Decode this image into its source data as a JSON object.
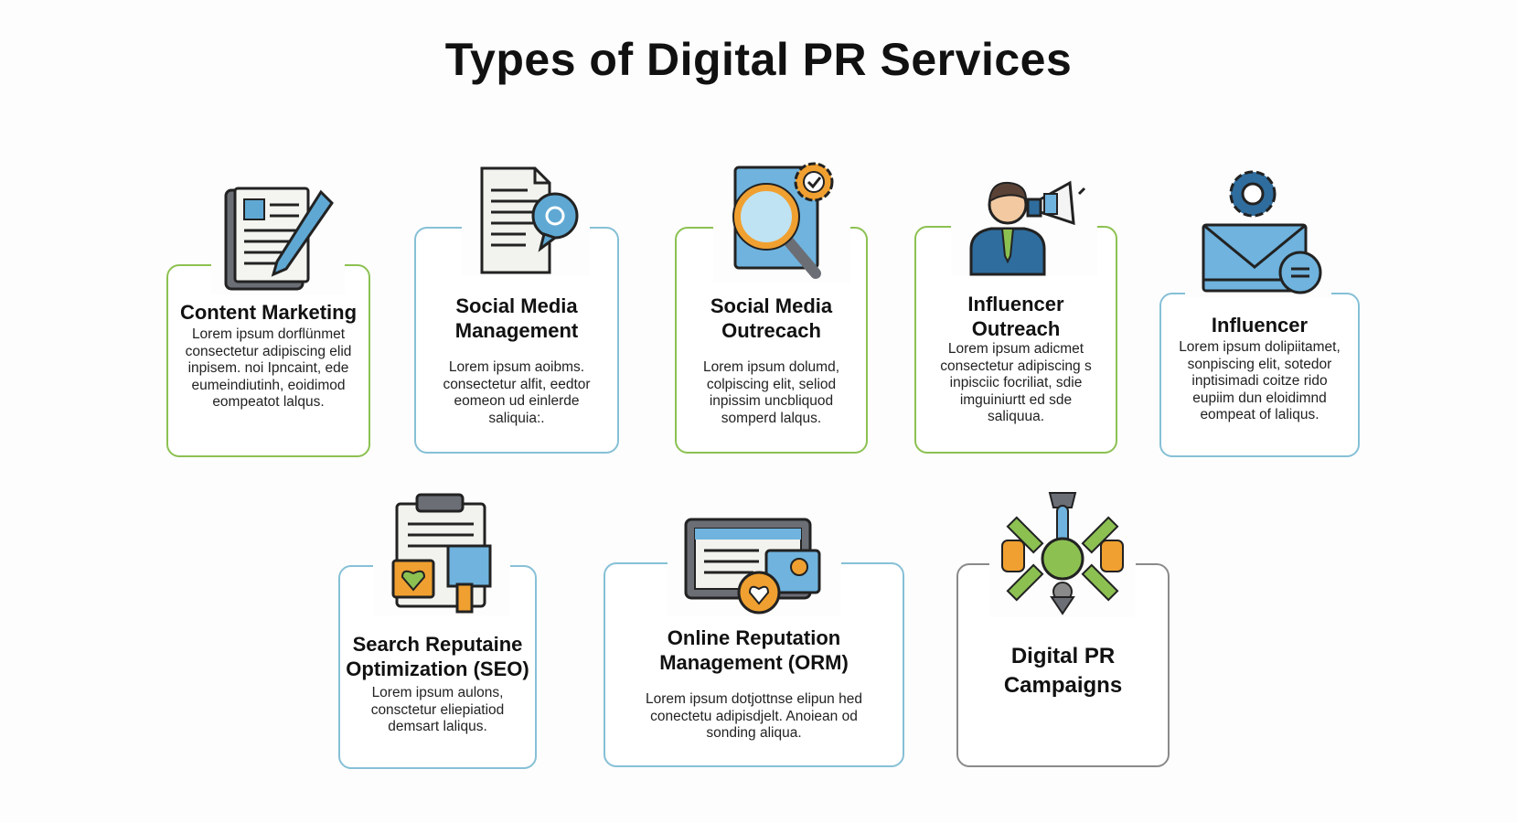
{
  "title": "Types of Digital PR Services",
  "services": [
    {
      "title": "Content Marketing",
      "body": [
        "Lorem ipsum dorflünmet",
        "consectetur adipiscing elid",
        "inpisem. noi Ipncaint, ede",
        "eumeindiutinh, eoidimod",
        "eompeatot lalqus."
      ],
      "icon": "document-pencil-icon",
      "accent": "#8cc152"
    },
    {
      "title": "Social Media Management",
      "title_lines": [
        "Social Media",
        "Management"
      ],
      "body": [
        "Lorem ipsum aoibms.",
        "consectetur alfit, eedtor",
        "eomeon ud einlerde",
        "saliquia:."
      ],
      "icon": "document-chat-icon",
      "accent": "#86c0d6"
    },
    {
      "title_lines": [
        "Social Media",
        "Outrecach"
      ],
      "body": [
        "Lorem ipsum dolumd,",
        "colpiscing elit, seliod",
        "inpissim uncbliquod",
        "somperd lalqus."
      ],
      "icon": "magnifier-gear-icon",
      "accent": "#8cc152"
    },
    {
      "title_lines": [
        "Influencer",
        "Outreach"
      ],
      "body": [
        "Lorem ipsum adicmet",
        "consectetur adipiscing s",
        "inpisciic focriliat, sdie",
        "imguiniurtt ed sde",
        "saliquua."
      ],
      "icon": "person-megaphone-icon",
      "accent": "#8cc152"
    },
    {
      "title": "Influencer",
      "body": [
        "Lorem ipsum dolipiitamet,",
        "sonpiscing elit, sotedor",
        "inptisimadi coitze rido",
        "eupiim dun eloidimnd",
        "eompeat of laliqus."
      ],
      "icon": "envelope-gear-icon",
      "accent": "#86c0d6"
    },
    {
      "title_lines": [
        "Search Reputaine",
        "Optimization (SEO)"
      ],
      "body": [
        "Lorem ipsum aulons,",
        "consctetur eliepiatiod",
        "demsart laliqus."
      ],
      "icon": "clipboard-heart-icon",
      "accent": "#86c0d6"
    },
    {
      "title_lines": [
        "Online Reputation",
        "Management (ORM)"
      ],
      "body": [
        "Lorem ipsum dotjottnse elipun hed",
        "conectetu adipisdjelt. Anoiean od",
        "sonding aliqua."
      ],
      "icon": "monitor-heart-icon",
      "accent": "#86c0d6"
    },
    {
      "title_lines": [
        "Digital PR",
        "Campaigns"
      ],
      "body": [],
      "icon": "network-hub-icon",
      "accent": "#8a8a8a"
    }
  ]
}
